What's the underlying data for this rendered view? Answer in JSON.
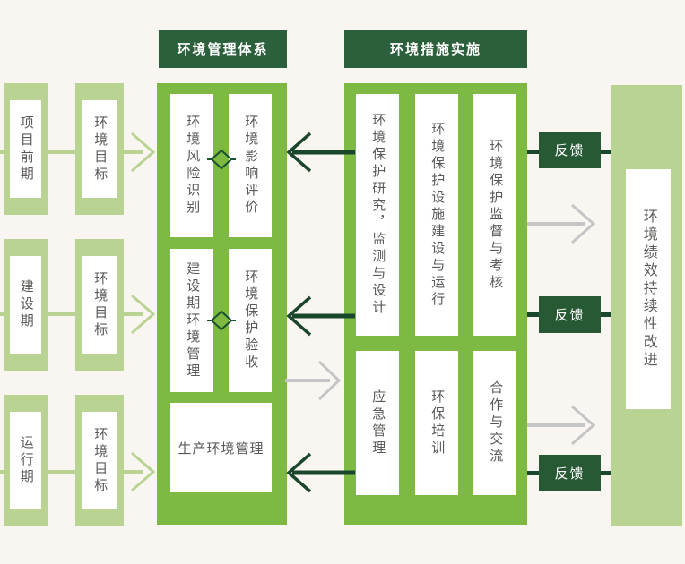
{
  "headers": {
    "system": "环境管理体系",
    "implementation": "环境措施实施"
  },
  "phases": [
    {
      "name": "项目前期",
      "target": "环境目标"
    },
    {
      "name": "建设期",
      "target": "环境目标"
    },
    {
      "name": "运行期",
      "target": "环境目标"
    }
  ],
  "management_system": {
    "risk": "环境风险识别",
    "impact": "环境影响评价",
    "construction": "建设期环境管理",
    "acceptance": "环境保护验收",
    "production": "生产环境管理"
  },
  "implementation": {
    "research": "环境保护研究，监测与设计",
    "facilities": "环境保护设施建设与运行",
    "supervision": "环境保护监督与考核",
    "emergency": "应急管理",
    "training": "环保培训",
    "cooperation": "合作与交流"
  },
  "feedback": [
    {
      "label": "反馈"
    },
    {
      "label": "反馈"
    },
    {
      "label": "反馈"
    }
  ],
  "outcome": {
    "label": "环境绩效持续性改进"
  },
  "colors": {
    "dark_green": "#2c5f3b",
    "feedback_green": "#275a34",
    "medium_green": "#7eb943",
    "light_green": "#b8d392",
    "arrow_dark_green": "#1a472b",
    "arrow_gray": "#c5c5c5",
    "text_gray": "#5b5957",
    "background": "#f9f6f1"
  }
}
